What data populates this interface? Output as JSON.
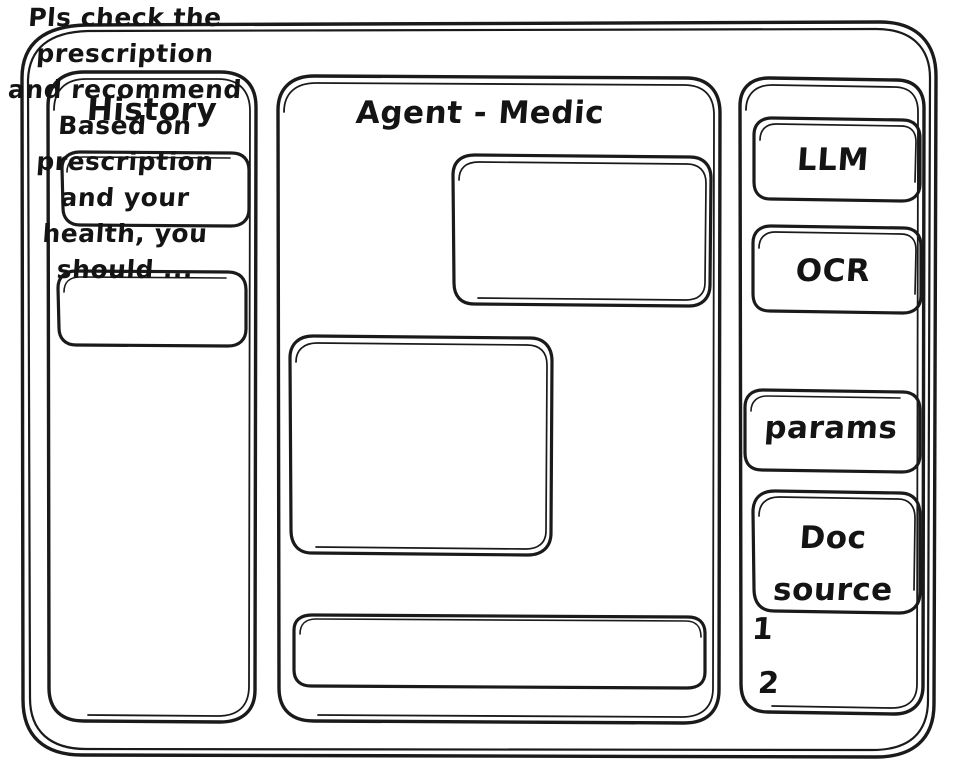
{
  "window": {
    "style": "hand-drawn-wireframe",
    "stroke_color": "#1a1a1a",
    "background_color": "#ffffff"
  },
  "sidebar": {
    "title": "History",
    "items": [
      {
        "label": "",
        "name": "history-item-1"
      },
      {
        "label": "",
        "name": "history-item-2"
      }
    ]
  },
  "main": {
    "title": "Agent - Medic",
    "messages": [
      {
        "role": "user",
        "align": "right",
        "lines": [
          "Pls check the",
          "prescription",
          "and recommend"
        ],
        "text": "Pls check the prescription and recommend"
      },
      {
        "role": "assistant",
        "align": "left",
        "lines": [
          "Based on",
          "prescription",
          "and your",
          "health, you",
          "should ..."
        ],
        "text": "Based on prescription and your health, you should ..."
      }
    ],
    "composer": {
      "value": "",
      "placeholder": ""
    }
  },
  "tools": {
    "buttons": [
      {
        "label": "LLM",
        "name": "llm-button"
      },
      {
        "label": "OCR",
        "name": "ocr-button"
      },
      {
        "label": "params",
        "name": "params-button"
      },
      {
        "label": "Doc source",
        "line1": "Doc",
        "line2": "source",
        "name": "doc-source-button"
      }
    ],
    "source_list": [
      {
        "label": "1"
      },
      {
        "label": "2"
      }
    ]
  }
}
